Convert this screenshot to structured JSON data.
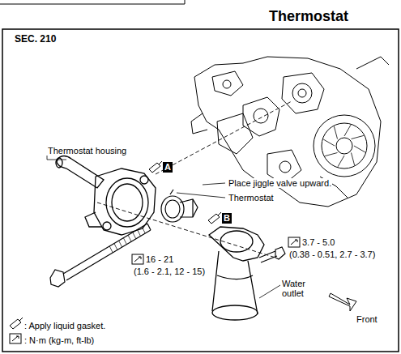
{
  "diagram": {
    "title": "Thermostat",
    "labels": [
      "SEC. 210",
      "Thermostat housing",
      "A",
      "Place jiggle valve upward.",
      "Thermostat",
      "B",
      "3.7 - 5.0",
      "(0.38 - 0.51, 2.7 - 3.7)",
      "16 - 21",
      "(1.6 - 2.1, 12 - 15)",
      "Water outlet",
      "Front"
    ],
    "legend": [
      {
        "text": ": Apply liquid gasket."
      },
      {
        "text": ": N·m (kg-m, ft-lb)"
      }
    ]
  }
}
